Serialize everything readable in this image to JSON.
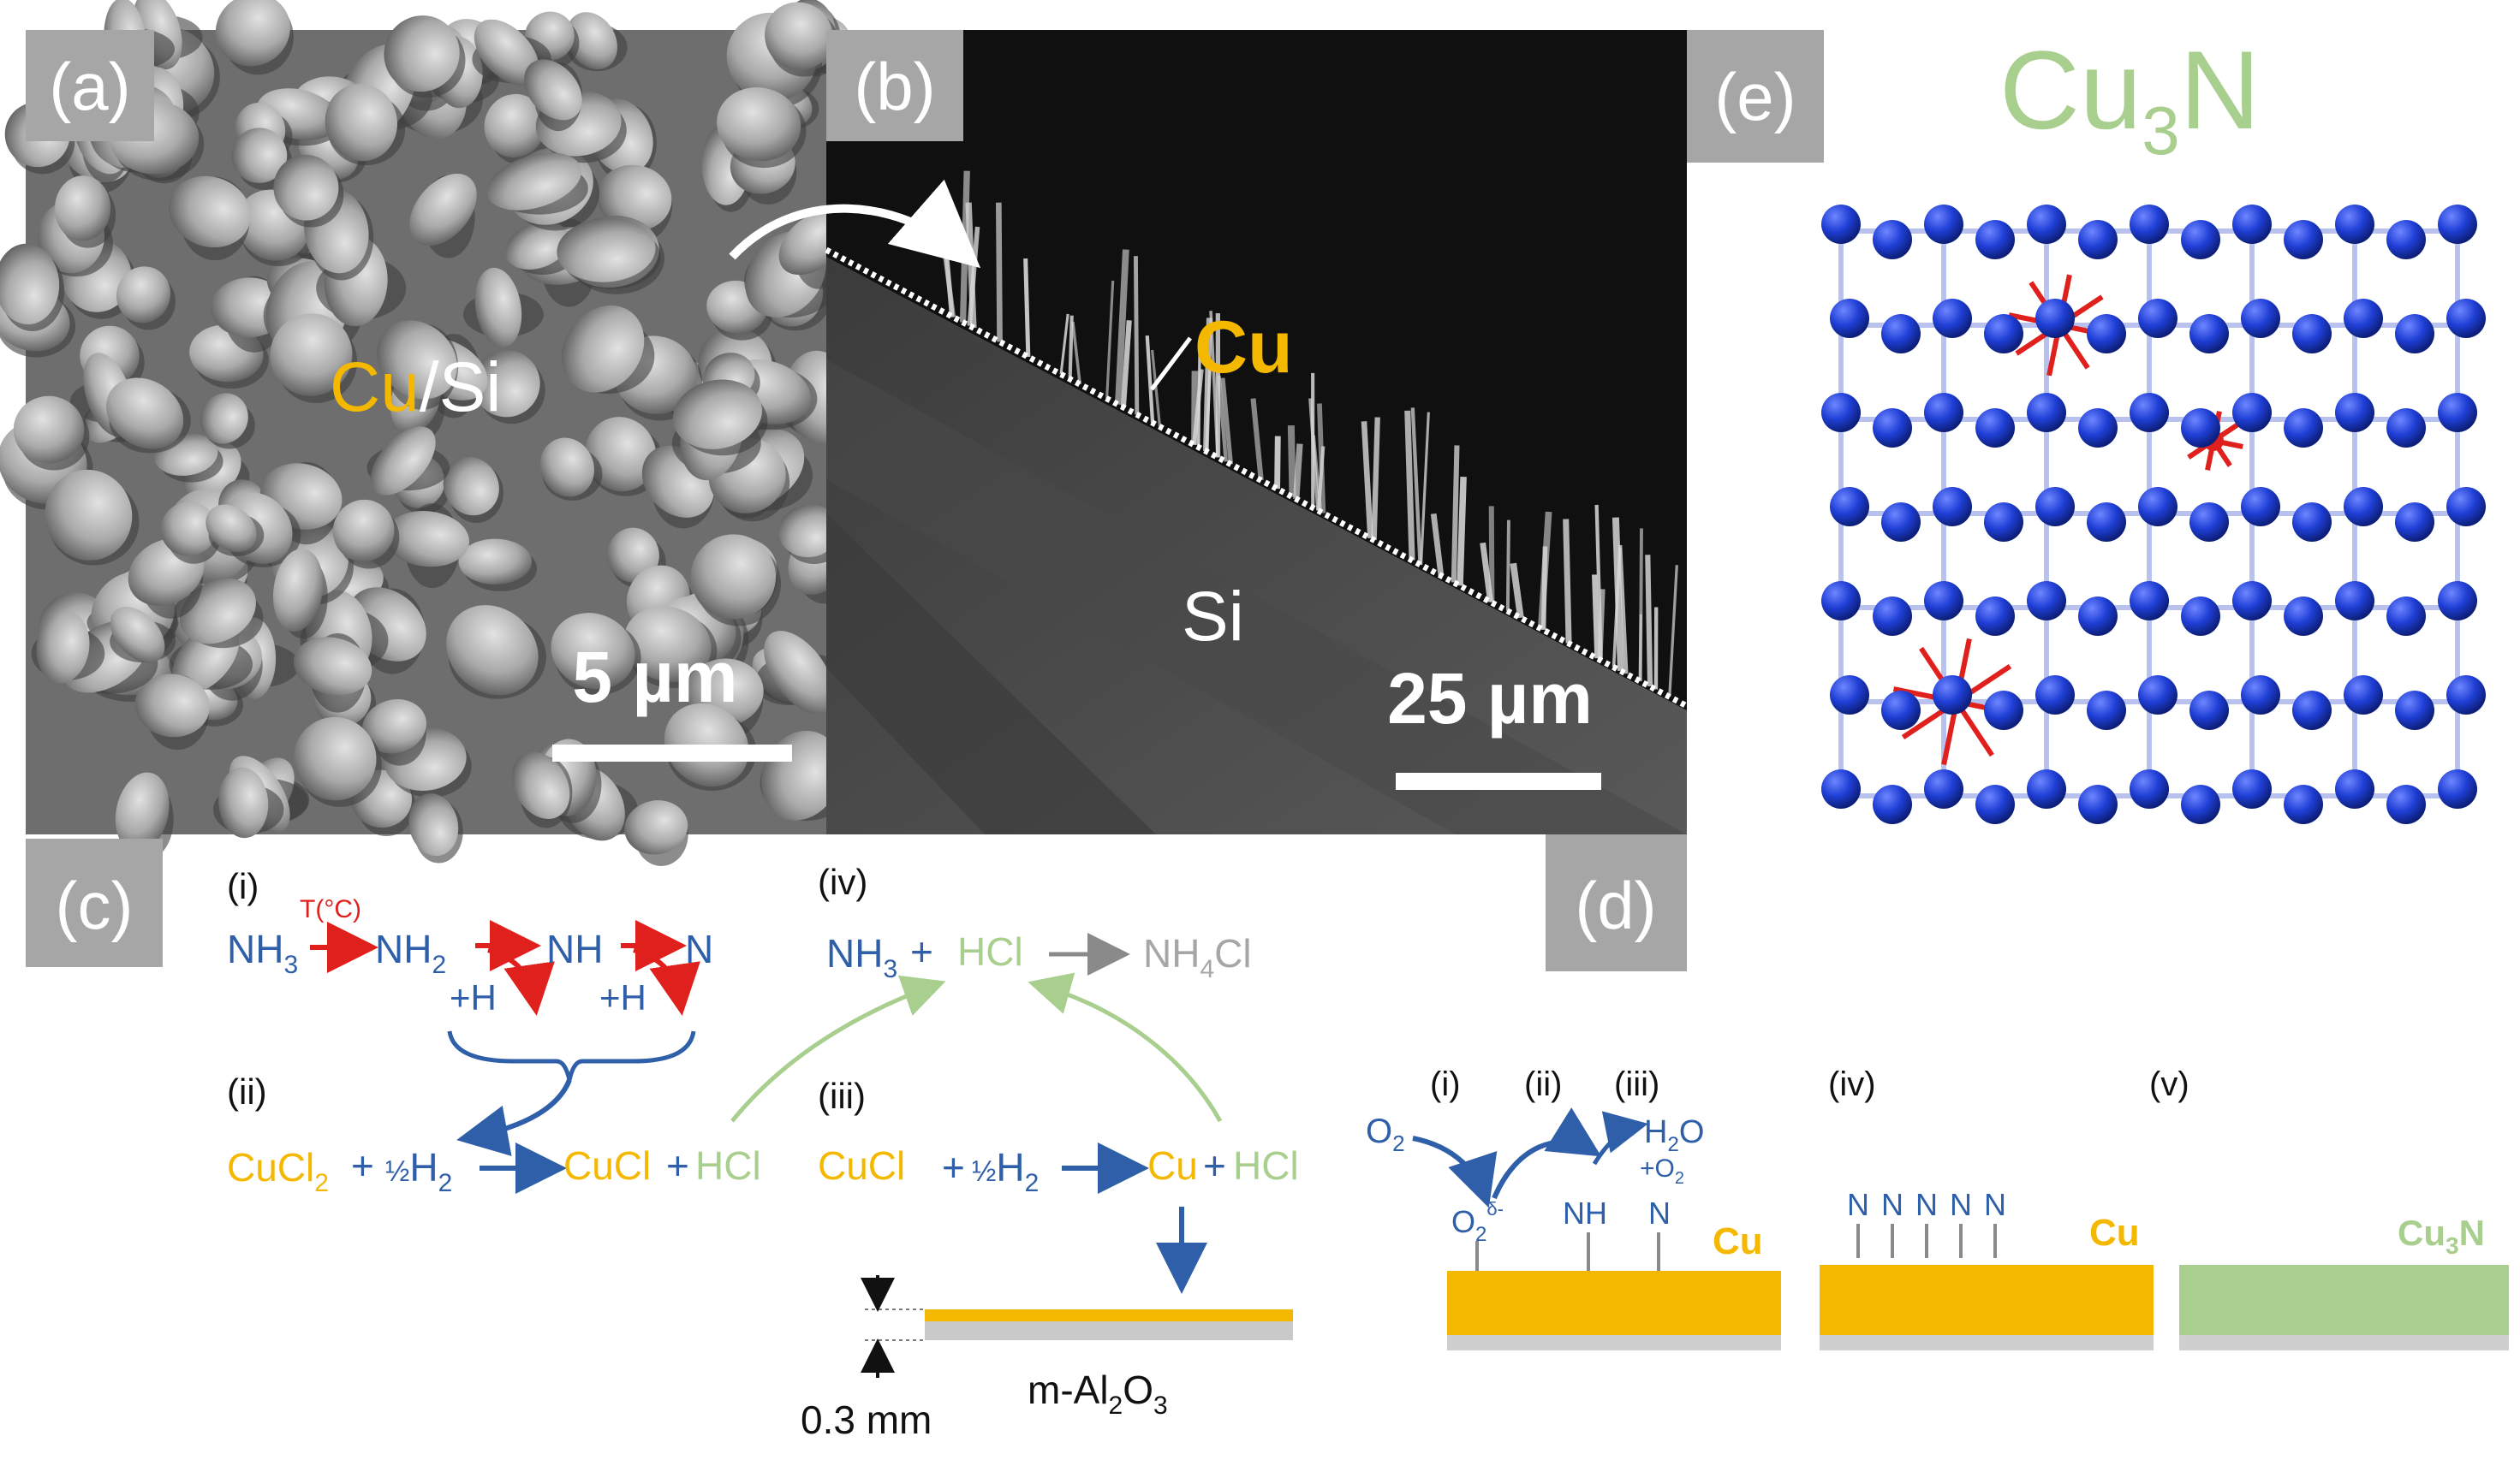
{
  "colors": {
    "copper": "#f5b800",
    "blue": "#2e5fa8",
    "red": "#e0201c",
    "green": "#a8cf8e",
    "gray": "#a6a6a6",
    "dark_gray": "#8a8a8a",
    "atom_blue": "#1f3fd6"
  },
  "panel_a": {
    "label": "(a)",
    "material_cu": "Cu",
    "material_rest": "/Si",
    "scale": "5 µm"
  },
  "panel_b": {
    "label": "(b)",
    "cu": "Cu",
    "si": "Si",
    "scale": "25 µm"
  },
  "panel_e": {
    "label": "(e)",
    "title_main": "Cu",
    "title_sub": "3",
    "title_end": "N"
  },
  "panel_c": {
    "label": "(c)",
    "i": "(i)",
    "ii": "(ii)",
    "iii": "(iii)",
    "iv": "(iv)",
    "temp": "T(°C)",
    "nh3": "NH",
    "nh3_sub": "3",
    "nh2": "NH",
    "nh2_sub": "2",
    "nh": "NH",
    "n": "N",
    "plus_h": "+H",
    "cucl2": "CuCl",
    "cucl2_sub": "2",
    "plus": "+",
    "half": "½",
    "h2": "H",
    "h2_sub": "2",
    "cucl": "CuCl",
    "hcl": "HCl",
    "cu": "Cu",
    "nh4cl": "NH",
    "nh4cl_sub": "4",
    "nh4cl_end": "Cl",
    "thickness": "0.3 mm",
    "substrate": "m-Al",
    "substrate_sub1": "2",
    "substrate_o": "O",
    "substrate_sub2": "3"
  },
  "panel_d": {
    "label": "(d)",
    "i": "(i)",
    "ii": "(ii)",
    "iii": "(iii)",
    "iv": "(iv)",
    "v": "(v)",
    "o2": "O",
    "o2_sub": "2",
    "o2d": "O",
    "o2d_sub": "2",
    "o2d_sup": "δ-",
    "nh": "NH",
    "n": "N",
    "h2o": "H",
    "h2o_sub": "2",
    "h2o_end": "O",
    "plus_o2": "+O",
    "plus_o2_sub": "2",
    "cu": "Cu",
    "cu3n": "Cu",
    "cu3n_sub": "3",
    "cu3n_end": "N"
  }
}
